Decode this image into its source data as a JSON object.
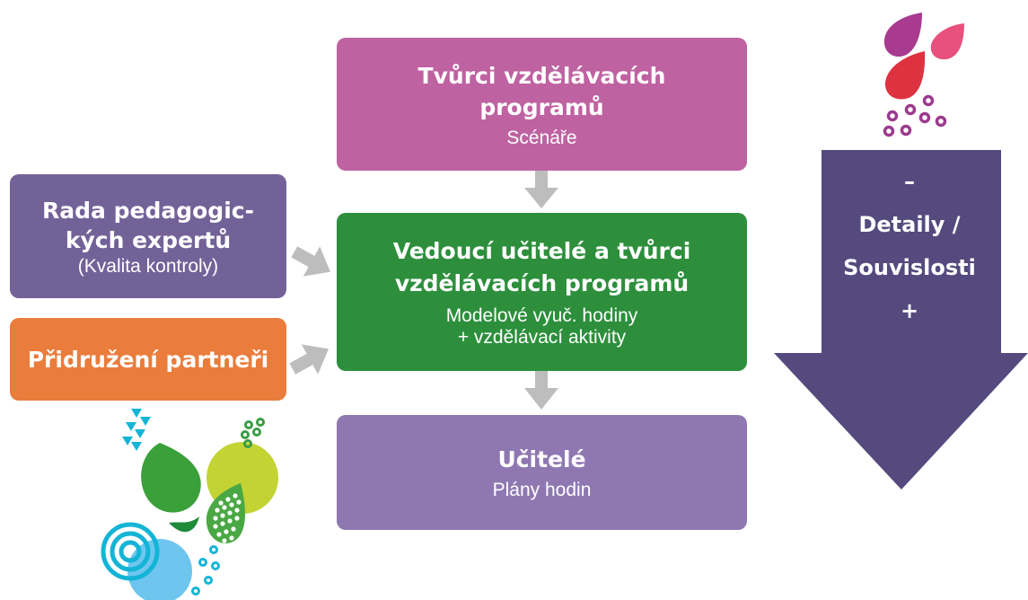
{
  "boxes": {
    "top": {
      "title_line1": "Tvůrci vzdělávacích",
      "title_line2": "programů",
      "subtitle": "Scénáře"
    },
    "middle": {
      "title_line1": "Vedoucí učitelé a tvůrci",
      "title_line2": "vzdělávacích programů",
      "subtitle_line1": "Modelové vyuč. hodiny",
      "subtitle_line2": "+ vzdělávací aktivity"
    },
    "bottom": {
      "title": "Učitelé",
      "subtitle": "Plány hodin"
    },
    "left_upper": {
      "title_line1": "Rada pedagogic-",
      "title_line2": "kých expertů",
      "subtitle": "(Kvalita kontroly)"
    },
    "left_lower": {
      "title": "Přidružení partneři"
    }
  },
  "side_arrow": {
    "minus": "–",
    "label_line1": "Detaily /",
    "label_line2": "Souvislosti",
    "plus": "+"
  },
  "colors": {
    "top_box": "#bf62a1",
    "middle_box": "#2d8f3c",
    "bottom_box": "#8f78b1",
    "left_upper_box": "#736298",
    "left_lower_box": "#ea7c3c",
    "side_arrow": "#554a7e",
    "connector_arrows": "#bdbdbd"
  },
  "decorations": {
    "top_right": "colorful-drops-icon",
    "bottom_left": "colorful-shapes-icon"
  }
}
